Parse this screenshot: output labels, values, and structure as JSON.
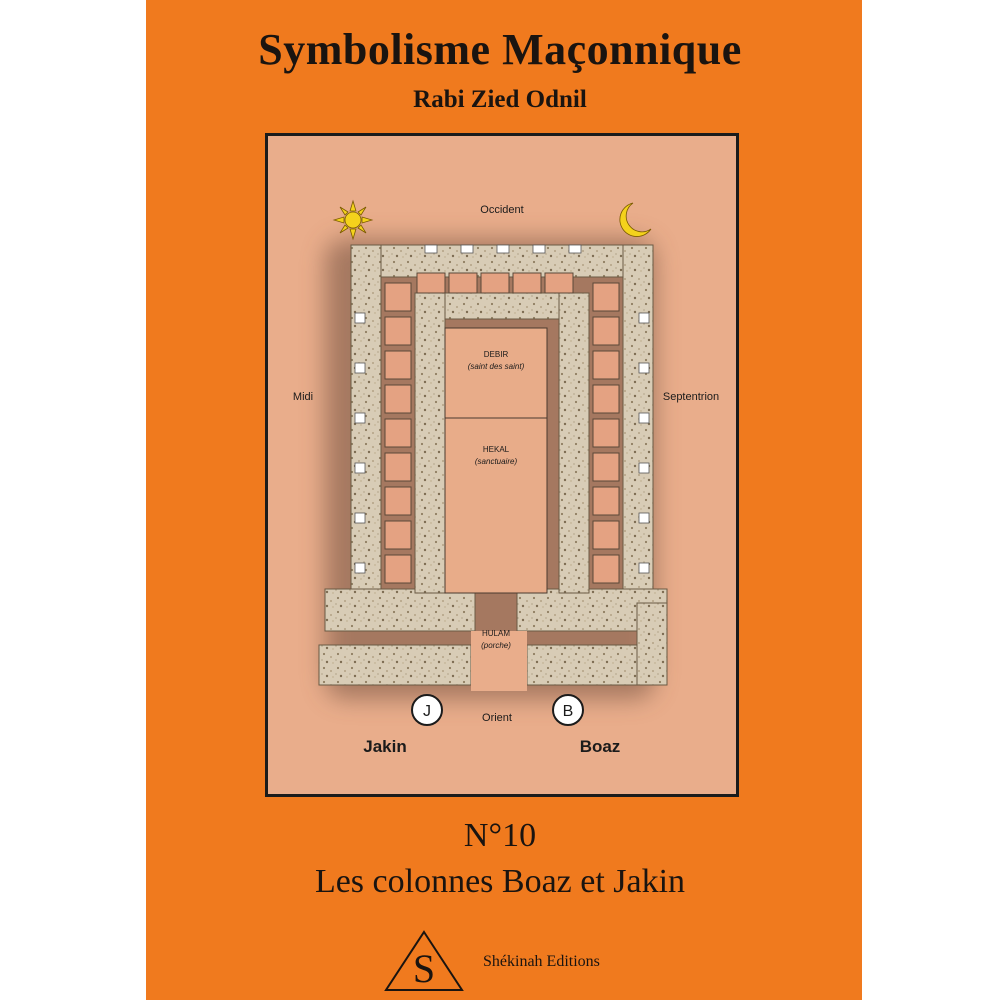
{
  "cover": {
    "title": "Symbolisme Maçonnique",
    "author": "Rabi Zied Odnil",
    "number": "N°10",
    "subtitle": "Les colonnes Boaz et Jakin",
    "publisher": "Shékinah Editions",
    "background_color": "#f07a1e"
  },
  "plan": {
    "background_color": "#e9ad8b",
    "directions": {
      "north": "Occident",
      "south": "Orient",
      "west": "Midi",
      "east": "Septentrion"
    },
    "rooms": {
      "debir": "DEBIR",
      "debir_sub": "(saint des saint)",
      "hekal": "HEKAL",
      "hekal_sub": "(sanctuaire)",
      "hulam": "HULAM",
      "hulam_sub": "(porche)"
    },
    "columns": {
      "left_letter": "J",
      "left_name": "Jakin",
      "right_letter": "B",
      "right_name": "Boaz"
    },
    "icons": [
      "sun-icon",
      "crescent-moon-icon"
    ]
  }
}
